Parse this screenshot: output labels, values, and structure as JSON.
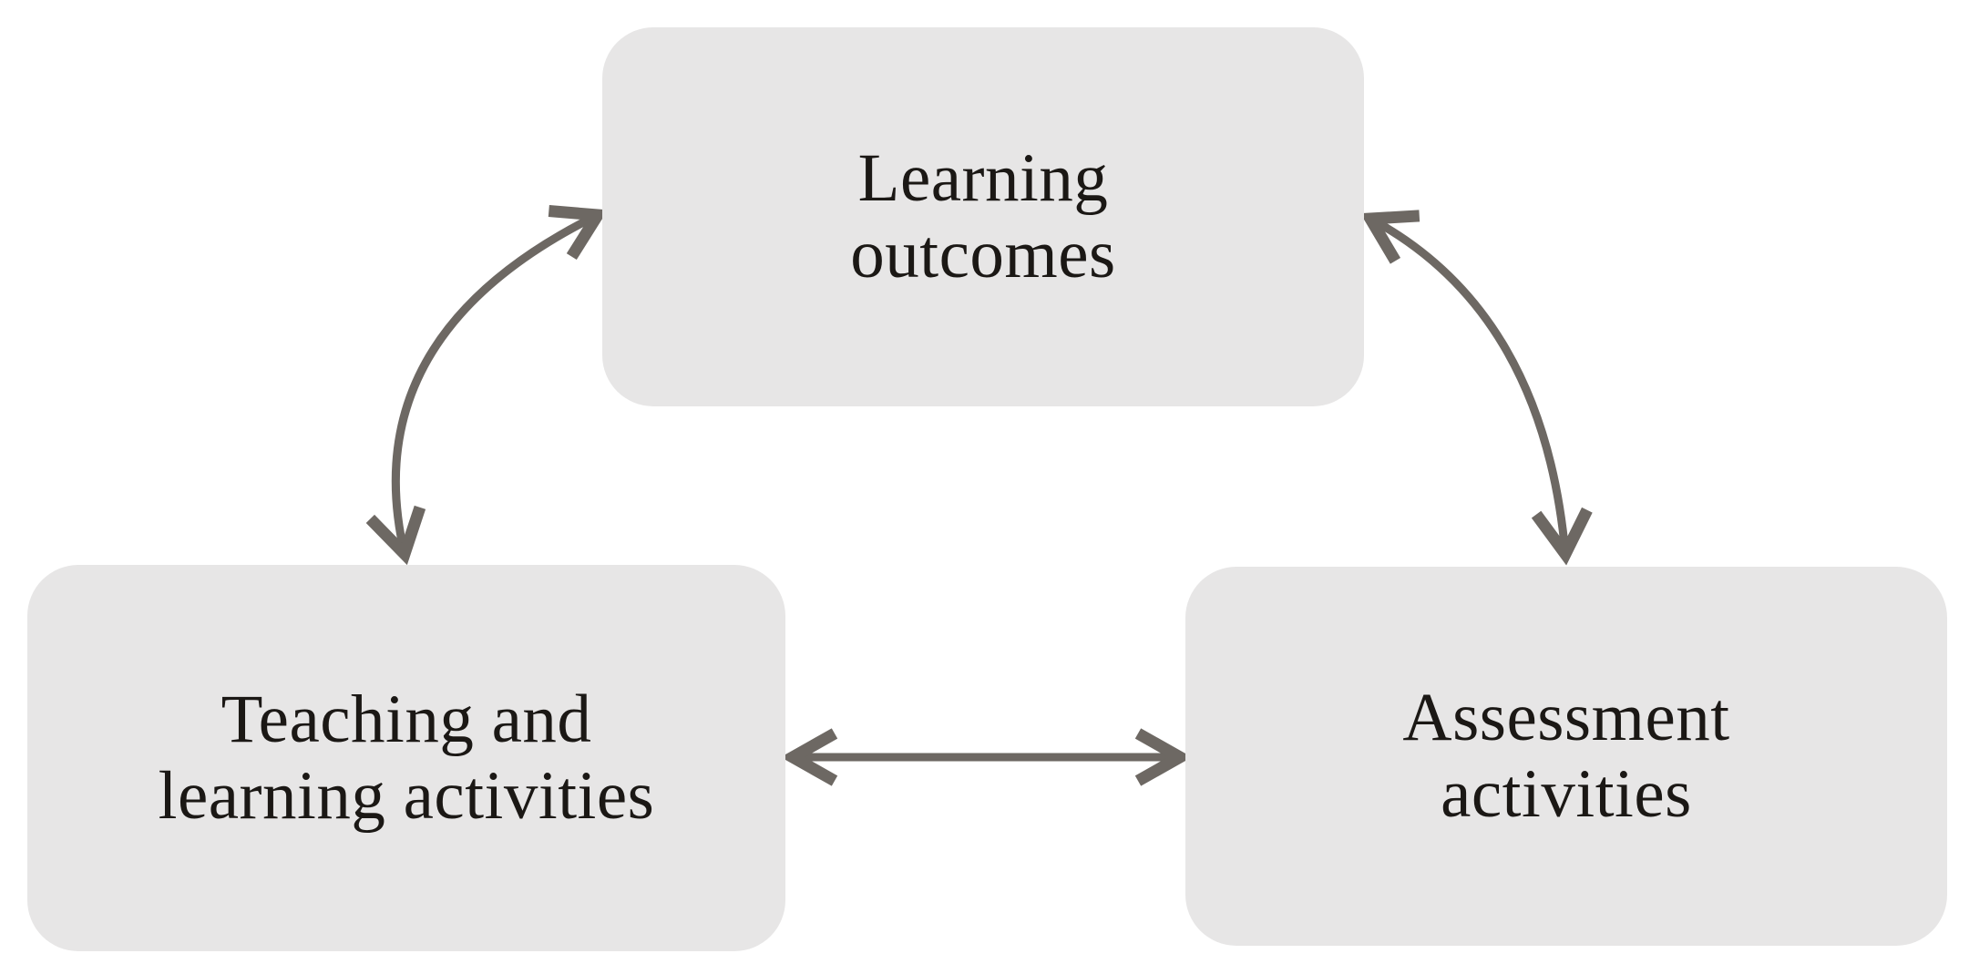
{
  "diagram": {
    "type": "cycle-diagram",
    "nodes": [
      {
        "id": "learning-outcomes",
        "label": "Learning\noutcomes"
      },
      {
        "id": "teaching-learning-activities",
        "label": "Teaching and\nlearning activities"
      },
      {
        "id": "assessment-activities",
        "label": "Assessment\nactivities"
      }
    ],
    "edges": [
      {
        "id": "teaching-learning-activities__learning-outcomes",
        "from": "teaching-learning-activities",
        "to": "learning-outcomes",
        "style": "curved",
        "bidirectional": true
      },
      {
        "id": "learning-outcomes__assessment-activities",
        "from": "learning-outcomes",
        "to": "assessment-activities",
        "style": "curved",
        "bidirectional": true
      },
      {
        "id": "teaching-learning-activities__assessment-activities",
        "from": "teaching-learning-activities",
        "to": "assessment-activities",
        "style": "straight",
        "bidirectional": true
      }
    ]
  },
  "colors": {
    "background": "#ffffff",
    "node_fill": "#e7e6e6",
    "arrow": "#6d6863",
    "text": "#1b1815"
  }
}
